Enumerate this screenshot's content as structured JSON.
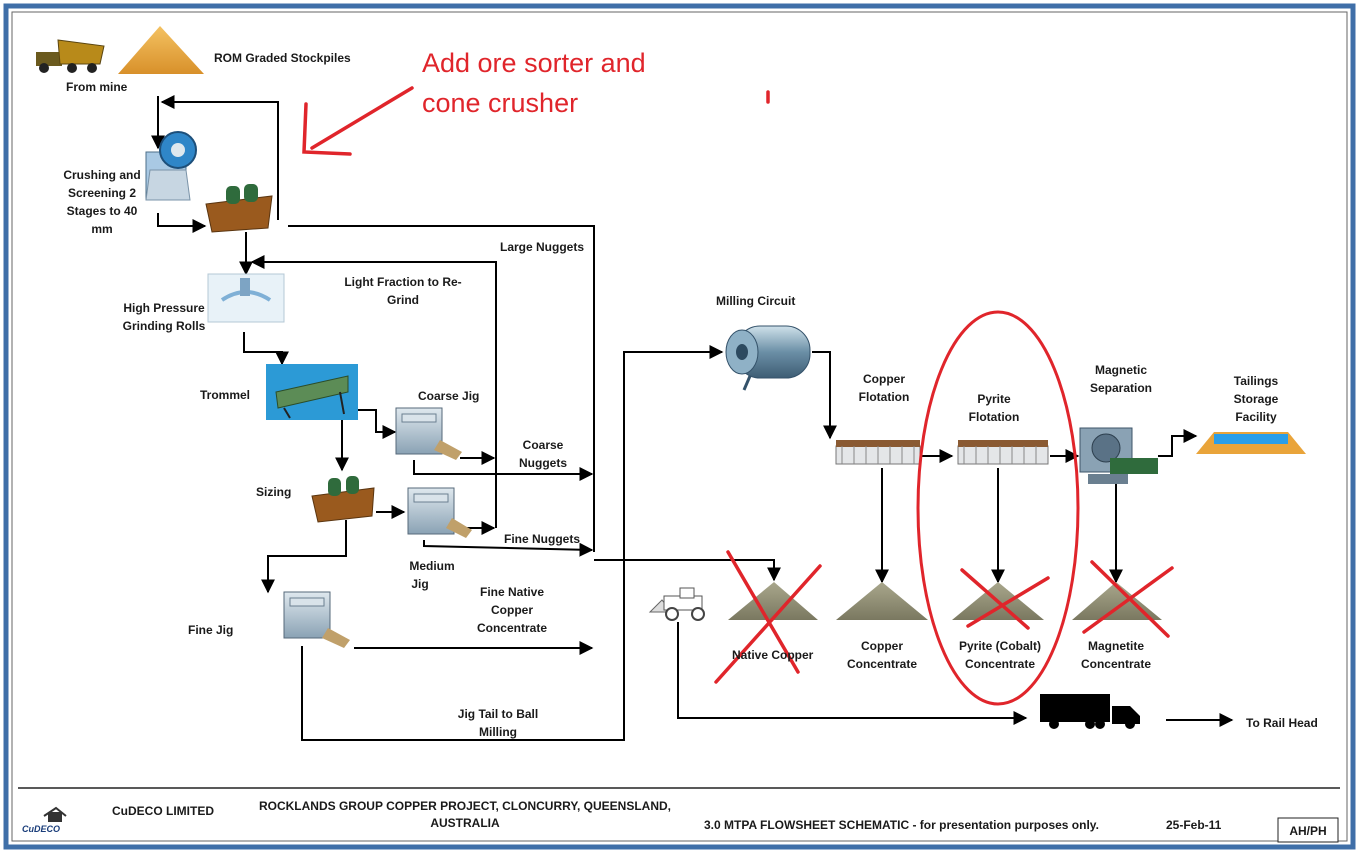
{
  "annotation": {
    "line1": "Add ore sorter and",
    "line2": "cone crusher"
  },
  "labels": {
    "rom_stockpiles": "ROM Graded Stockpiles",
    "from_mine": "From mine",
    "crushing_1": "Crushing and",
    "crushing_2": "Screening 2",
    "crushing_3": "Stages to 40",
    "crushing_4": "mm",
    "large_nuggets": "Large Nuggets",
    "light_fraction_1": "Light Fraction to Re-",
    "light_fraction_2": "Grind",
    "hpgr_1": "High Pressure",
    "hpgr_2": "Grinding Rolls",
    "trommel": "Trommel",
    "coarse_jig": "Coarse Jig",
    "coarse_nuggets_1": "Coarse",
    "coarse_nuggets_2": "Nuggets",
    "sizing": "Sizing",
    "fine_nuggets": "Fine Nuggets",
    "medium_jig_1": "Medium",
    "medium_jig_2": "Jig",
    "fine_native_1": "Fine Native",
    "fine_native_2": "Copper",
    "fine_native_3": "Concentrate",
    "fine_jig": "Fine Jig",
    "jig_tail_1": "Jig Tail to Ball",
    "jig_tail_2": "Milling",
    "milling_circuit": "Milling Circuit",
    "copper_flotation_1": "Copper",
    "copper_flotation_2": "Flotation",
    "pyrite_flotation_1": "Pyrite",
    "pyrite_flotation_2": "Flotation",
    "magnetic_sep_1": "Magnetic",
    "magnetic_sep_2": "Separation",
    "tailings_1": "Tailings",
    "tailings_2": "Storage",
    "tailings_3": "Facility",
    "native_copper": "Native Copper",
    "copper_conc_1": "Copper",
    "copper_conc_2": "Concentrate",
    "pyrite_conc_1": "Pyrite (Cobalt)",
    "pyrite_conc_2": "Concentrate",
    "magnetite_conc_1": "Magnetite",
    "magnetite_conc_2": "Concentrate",
    "to_rail_head": "To Rail Head"
  },
  "footer": {
    "logo_text": "CuDECO",
    "company": "CuDECO LIMITED",
    "project_1": "ROCKLANDS GROUP COPPER PROJECT, CLONCURRY, QUEENSLAND,",
    "project_2": "AUSTRALIA",
    "schematic": "3.0 MTPA  FLOWSHEET SCHEMATIC - for presentation purposes only.",
    "date": "25-Feb-11",
    "initials": "AH/PH"
  },
  "colors": {
    "border": "#3f6fa8",
    "annotation_red": "#e0252b",
    "stockpile_gold": "#e9a43a",
    "stockpile_gray": "#8c8a6e",
    "equipment_brown": "#9a5a1e",
    "equipment_green": "#2f6b3c",
    "tailings_water": "#2a9ee8"
  }
}
